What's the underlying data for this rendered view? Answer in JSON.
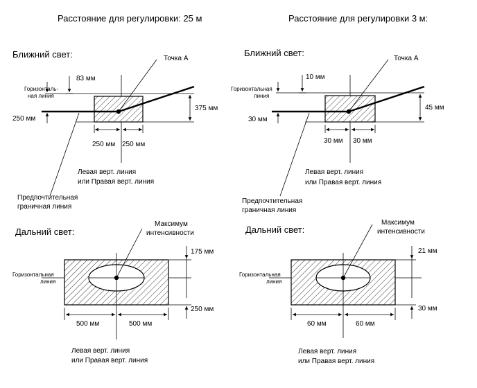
{
  "left": {
    "title": "Расстояние для регулировки: 25 м",
    "low_beam": {
      "heading": "Ближний свет:",
      "point_a": "Точка А",
      "horiz_line": [
        "Горизонталь-",
        "ная линия"
      ],
      "dim_top": "83 мм",
      "dim_left": "250 мм",
      "dim_right": "375 мм",
      "dim_bottom_left": "250 мм",
      "dim_bottom_right": "250 мм",
      "vert_line": [
        "Левая верт. линия",
        "или Правая верт. линия"
      ],
      "pref_line": [
        "Предпочтительная",
        "граничная линия"
      ]
    },
    "high_beam": {
      "heading": "Дальний свет:",
      "max": [
        "Максимум",
        "интенсивности"
      ],
      "horiz_line": [
        "Горизонтальная",
        "линия"
      ],
      "dim_top": "175 мм",
      "dim_bottom": "250 мм",
      "dim_bottom_left": "500 мм",
      "dim_bottom_right": "500 мм",
      "vert_line": [
        "Левая верт. линия",
        "или Правая верт. линия"
      ]
    }
  },
  "right": {
    "title": "Расстояние для регулировки 3 м:",
    "low_beam": {
      "heading": "Ближний свет:",
      "point_a": "Точка А",
      "horiz_line": [
        "Горизонтальная",
        "линия"
      ],
      "dim_top": "10 мм",
      "dim_left": "30 мм",
      "dim_right": "45 мм",
      "dim_bottom_left": "30 мм",
      "dim_bottom_right": "30 мм",
      "vert_line": [
        "Левая верт. линия",
        "или Правая верт. линия"
      ],
      "pref_line": [
        "Предпочтительная",
        "граничная линия"
      ]
    },
    "high_beam": {
      "heading": "Дальний свет:",
      "max": [
        "Максимум",
        "интенсивности"
      ],
      "horiz_line": [
        "Горизонтальная",
        "линия"
      ],
      "dim_top": "21 мм",
      "dim_bottom": "30 мм",
      "dim_bottom_left": "60 мм",
      "dim_bottom_right": "60 мм",
      "vert_line": [
        "Левая верт. линия",
        "или Правая верт. линия"
      ]
    }
  }
}
